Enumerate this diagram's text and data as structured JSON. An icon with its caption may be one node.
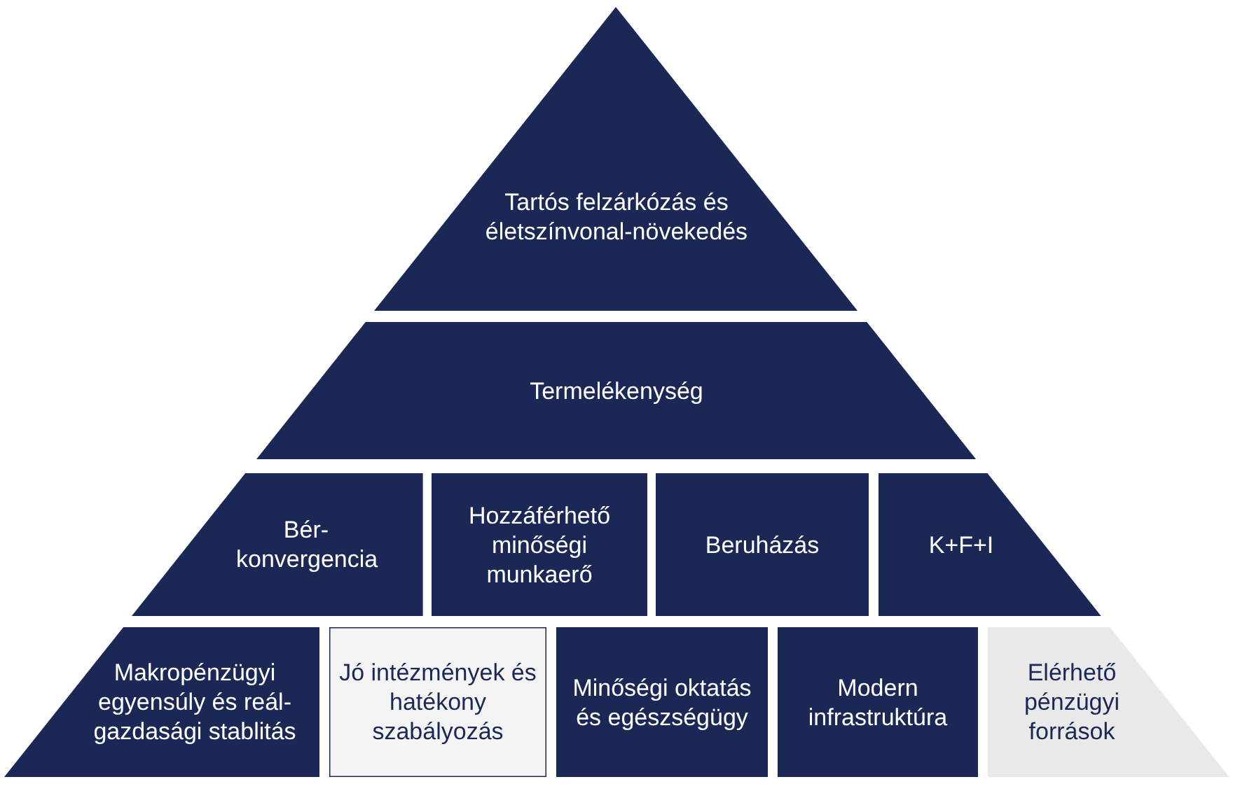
{
  "diagram": {
    "nodes": [
      {
        "text": [
          "Tartós felzárkózás és életszínvonal-növekedés"
        ]
      },
      {
        "text": [
          "Termelékenység"
        ]
      },
      {
        "text": [
          "Bér-konvergencia"
        ]
      },
      {
        "text": [
          "Hozzáférhető minőségi munkaerő"
        ]
      },
      {
        "text": [
          "Beruházás"
        ]
      },
      {
        "text": [
          "K+F+I"
        ]
      },
      {
        "text": [
          "Makropénzügyi egyensúly és reál-gazdasági stablitás"
        ]
      },
      {
        "text": [
          "Jó intézmények és hatékony szabályozás"
        ]
      },
      {
        "text": [
          "Minőségi oktatás és egészségügy"
        ]
      },
      {
        "text": [
          "Modern infrastruktúra"
        ]
      },
      {
        "text": [
          "Elérhető pénzügyi források"
        ]
      }
    ]
  }
}
